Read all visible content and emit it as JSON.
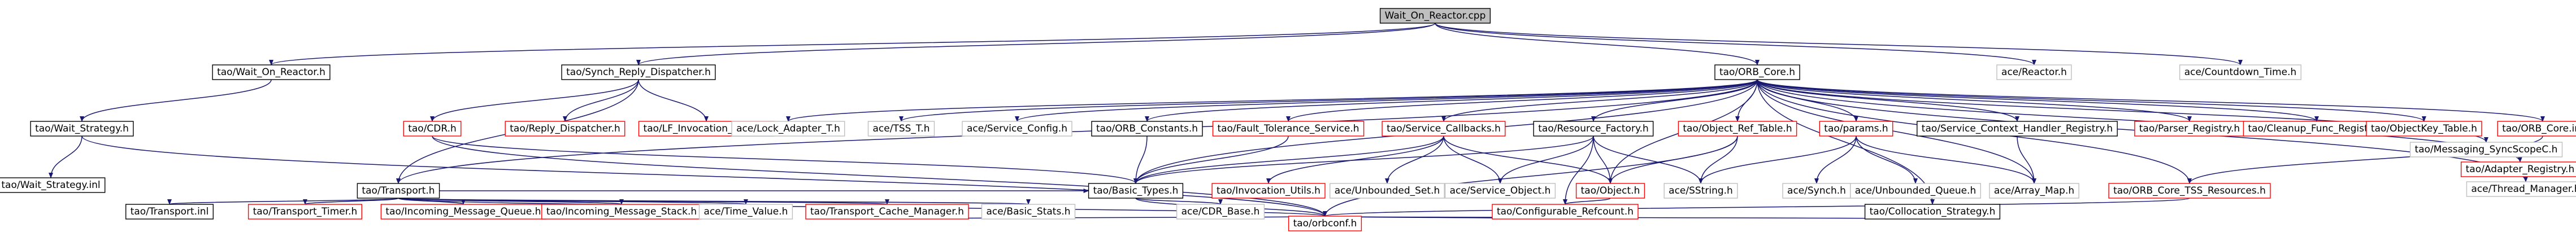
{
  "graph": {
    "nodes": [
      {
        "id": "root",
        "label": "Wait_On_Reactor.cpp",
        "kind": "root"
      },
      {
        "id": "wait_on_reactor_h",
        "label": "tao/Wait_On_Reactor.h",
        "kind": "doc"
      },
      {
        "id": "synch_reply_dispatcher_h",
        "label": "tao/Synch_Reply_Dispatcher.h",
        "kind": "doc"
      },
      {
        "id": "orb_core_h",
        "label": "tao/ORB_Core.h",
        "kind": "doc"
      },
      {
        "id": "ace_reactor_h",
        "label": "ace/Reactor.h",
        "kind": "nodoc"
      },
      {
        "id": "ace_countdown_time_h",
        "label": "ace/Countdown_Time.h",
        "kind": "nodoc"
      },
      {
        "id": "wait_strategy_h",
        "label": "tao/Wait_Strategy.h",
        "kind": "doc"
      },
      {
        "id": "wait_strategy_inl",
        "label": "tao/Wait_Strategy.inl",
        "kind": "doc"
      },
      {
        "id": "cdr_h",
        "label": "tao/CDR.h",
        "kind": "red"
      },
      {
        "id": "reply_dispatcher_h",
        "label": "tao/Reply_Dispatcher.h",
        "kind": "red"
      },
      {
        "id": "lf_invocation_event_h",
        "label": "tao/LF_Invocation_Event.h",
        "kind": "red"
      },
      {
        "id": "transport_h",
        "label": "tao/Transport.h",
        "kind": "doc"
      },
      {
        "id": "ace_lock_adapter_t_h",
        "label": "ace/Lock_Adapter_T.h",
        "kind": "nodoc"
      },
      {
        "id": "ace_tss_t_h",
        "label": "ace/TSS_T.h",
        "kind": "nodoc"
      },
      {
        "id": "ace_service_config_h",
        "label": "ace/Service_Config.h",
        "kind": "nodoc"
      },
      {
        "id": "orb_constants_h",
        "label": "tao/ORB_Constants.h",
        "kind": "doc"
      },
      {
        "id": "fault_tolerance_service_h",
        "label": "tao/Fault_Tolerance_Service.h",
        "kind": "red"
      },
      {
        "id": "service_callbacks_h",
        "label": "tao/Service_Callbacks.h",
        "kind": "red"
      },
      {
        "id": "resource_factory_h",
        "label": "tao/Resource_Factory.h",
        "kind": "doc"
      },
      {
        "id": "object_ref_table_h",
        "label": "tao/Object_Ref_Table.h",
        "kind": "red"
      },
      {
        "id": "params_h",
        "label": "tao/params.h",
        "kind": "red"
      },
      {
        "id": "service_context_handler_registry_h",
        "label": "tao/Service_Context_Handler_Registry.h",
        "kind": "doc"
      },
      {
        "id": "parser_registry_h",
        "label": "tao/Parser_Registry.h",
        "kind": "red"
      },
      {
        "id": "cleanup_func_registry_h",
        "label": "tao/Cleanup_Func_Registry.h",
        "kind": "red"
      },
      {
        "id": "objectkey_table_h",
        "label": "tao/ObjectKey_Table.h",
        "kind": "red"
      },
      {
        "id": "orb_core_inl",
        "label": "tao/ORB_Core.inl",
        "kind": "red"
      },
      {
        "id": "messaging_syncscopec_h",
        "label": "tao/Messaging_SyncScopeC.h",
        "kind": "nodoc"
      },
      {
        "id": "adapter_registry_h",
        "label": "tao/Adapter_Registry.h",
        "kind": "red"
      },
      {
        "id": "ace_thread_manager_h",
        "label": "ace/Thread_Manager.h",
        "kind": "nodoc"
      },
      {
        "id": "basic_types_h",
        "label": "tao/Basic_Types.h",
        "kind": "doc"
      },
      {
        "id": "invocation_utils_h",
        "label": "tao/Invocation_Utils.h",
        "kind": "red"
      },
      {
        "id": "ace_unbounded_set_h",
        "label": "ace/Unbounded_Set.h",
        "kind": "nodoc"
      },
      {
        "id": "ace_service_object_h",
        "label": "ace/Service_Object.h",
        "kind": "nodoc"
      },
      {
        "id": "object_h",
        "label": "tao/Object.h",
        "kind": "red"
      },
      {
        "id": "ace_sstring_h",
        "label": "ace/SString.h",
        "kind": "nodoc"
      },
      {
        "id": "ace_synch_h",
        "label": "ace/Synch.h",
        "kind": "nodoc"
      },
      {
        "id": "ace_unbounded_queue_h",
        "label": "ace/Unbounded_Queue.h",
        "kind": "nodoc"
      },
      {
        "id": "ace_array_map_h",
        "label": "ace/Array_Map.h",
        "kind": "nodoc"
      },
      {
        "id": "orb_core_tss_resources_h",
        "label": "tao/ORB_Core_TSS_Resources.h",
        "kind": "red"
      },
      {
        "id": "transport_inl",
        "label": "tao/Transport.inl",
        "kind": "doc"
      },
      {
        "id": "transport_timer_h",
        "label": "tao/Transport_Timer.h",
        "kind": "red"
      },
      {
        "id": "incoming_message_queue_h",
        "label": "tao/Incoming_Message_Queue.h",
        "kind": "red"
      },
      {
        "id": "incoming_message_stack_h",
        "label": "tao/Incoming_Message_Stack.h",
        "kind": "red"
      },
      {
        "id": "ace_time_value_h",
        "label": "ace/Time_Value.h",
        "kind": "nodoc"
      },
      {
        "id": "transport_cache_manager_h",
        "label": "tao/Transport_Cache_Manager.h",
        "kind": "red"
      },
      {
        "id": "ace_basic_stats_h",
        "label": "ace/Basic_Stats.h",
        "kind": "nodoc"
      },
      {
        "id": "ace_cdr_base_h",
        "label": "ace/CDR_Base.h",
        "kind": "nodoc"
      },
      {
        "id": "configurable_refcount_h",
        "label": "tao/Configurable_Refcount.h",
        "kind": "red"
      },
      {
        "id": "collocation_strategy_h",
        "label": "tao/Collocation_Strategy.h",
        "kind": "doc"
      },
      {
        "id": "orbconf_h",
        "label": "tao/orbconf.h",
        "kind": "red"
      }
    ],
    "edges": [
      [
        "root",
        "wait_on_reactor_h"
      ],
      [
        "root",
        "synch_reply_dispatcher_h"
      ],
      [
        "root",
        "orb_core_h"
      ],
      [
        "root",
        "ace_reactor_h"
      ],
      [
        "root",
        "ace_countdown_time_h"
      ],
      [
        "wait_on_reactor_h",
        "wait_strategy_h"
      ],
      [
        "wait_strategy_h",
        "wait_strategy_inl"
      ],
      [
        "wait_strategy_h",
        "orbconf_h"
      ],
      [
        "synch_reply_dispatcher_h",
        "cdr_h"
      ],
      [
        "synch_reply_dispatcher_h",
        "reply_dispatcher_h"
      ],
      [
        "synch_reply_dispatcher_h",
        "lf_invocation_event_h"
      ],
      [
        "synch_reply_dispatcher_h",
        "transport_h"
      ],
      [
        "cdr_h",
        "basic_types_h"
      ],
      [
        "cdr_h",
        "orbconf_h"
      ],
      [
        "orb_core_h",
        "ace_lock_adapter_t_h"
      ],
      [
        "orb_core_h",
        "ace_tss_t_h"
      ],
      [
        "orb_core_h",
        "ace_service_config_h"
      ],
      [
        "orb_core_h",
        "orb_constants_h"
      ],
      [
        "orb_core_h",
        "fault_tolerance_service_h"
      ],
      [
        "orb_core_h",
        "service_callbacks_h"
      ],
      [
        "orb_core_h",
        "resource_factory_h"
      ],
      [
        "orb_core_h",
        "object_ref_table_h"
      ],
      [
        "orb_core_h",
        "params_h"
      ],
      [
        "orb_core_h",
        "service_context_handler_registry_h"
      ],
      [
        "orb_core_h",
        "parser_registry_h"
      ],
      [
        "orb_core_h",
        "cleanup_func_registry_h"
      ],
      [
        "orb_core_h",
        "objectkey_table_h"
      ],
      [
        "orb_core_h",
        "orb_core_inl"
      ],
      [
        "orb_core_h",
        "messaging_syncscopec_h"
      ],
      [
        "orb_core_h",
        "adapter_registry_h"
      ],
      [
        "orb_core_h",
        "ace_thread_manager_h"
      ],
      [
        "orb_core_h",
        "transport_h"
      ],
      [
        "orb_core_h",
        "basic_types_h"
      ],
      [
        "orb_core_h",
        "object_h"
      ],
      [
        "orb_core_h",
        "collocation_strategy_h"
      ],
      [
        "orb_core_h",
        "orb_core_tss_resources_h"
      ],
      [
        "orb_core_h",
        "ace_array_map_h"
      ],
      [
        "orb_constants_h",
        "basic_types_h"
      ],
      [
        "fault_tolerance_service_h",
        "basic_types_h"
      ],
      [
        "service_callbacks_h",
        "basic_types_h"
      ],
      [
        "service_callbacks_h",
        "invocation_utils_h"
      ],
      [
        "service_callbacks_h",
        "ace_unbounded_set_h"
      ],
      [
        "service_callbacks_h",
        "ace_service_object_h"
      ],
      [
        "service_callbacks_h",
        "object_h"
      ],
      [
        "resource_factory_h",
        "basic_types_h"
      ],
      [
        "resource_factory_h",
        "ace_service_object_h"
      ],
      [
        "resource_factory_h",
        "ace_sstring_h"
      ],
      [
        "resource_factory_h",
        "configurable_refcount_h"
      ],
      [
        "resource_factory_h",
        "object_h"
      ],
      [
        "object_ref_table_h",
        "object_h"
      ],
      [
        "object_ref_table_h",
        "ace_sstring_h"
      ],
      [
        "object_ref_table_h",
        "orbconf_h"
      ],
      [
        "params_h",
        "ace_synch_h"
      ],
      [
        "params_h",
        "ace_unbounded_queue_h"
      ],
      [
        "params_h",
        "ace_array_map_h"
      ],
      [
        "params_h",
        "ace_sstring_h"
      ],
      [
        "service_context_handler_registry_h",
        "ace_array_map_h"
      ],
      [
        "orb_core_inl",
        "orb_core_tss_resources_h"
      ],
      [
        "orb_core_tss_resources_h",
        "orbconf_h"
      ],
      [
        "object_h",
        "configurable_refcount_h"
      ],
      [
        "configurable_refcount_h",
        "orbconf_h"
      ],
      [
        "basic_types_h",
        "ace_cdr_base_h"
      ],
      [
        "basic_types_h",
        "orbconf_h"
      ],
      [
        "collocation_strategy_h",
        "orbconf_h"
      ],
      [
        "transport_h",
        "transport_inl"
      ],
      [
        "transport_h",
        "transport_timer_h"
      ],
      [
        "transport_h",
        "incoming_message_queue_h"
      ],
      [
        "transport_h",
        "incoming_message_stack_h"
      ],
      [
        "transport_h",
        "ace_time_value_h"
      ],
      [
        "transport_h",
        "transport_cache_manager_h"
      ],
      [
        "transport_h",
        "ace_basic_stats_h"
      ],
      [
        "transport_h",
        "basic_types_h"
      ],
      [
        "transport_h",
        "orbconf_h"
      ],
      [
        "transport_cache_manager_h",
        "orbconf_h"
      ]
    ]
  },
  "colors": {
    "root_fill": "#bfbfbf",
    "doc_border": "#000000",
    "red_border": "#ff0000",
    "nodoc_border": "#bfbfbf",
    "nodoc_text": "#000000",
    "edge": "#191970"
  }
}
